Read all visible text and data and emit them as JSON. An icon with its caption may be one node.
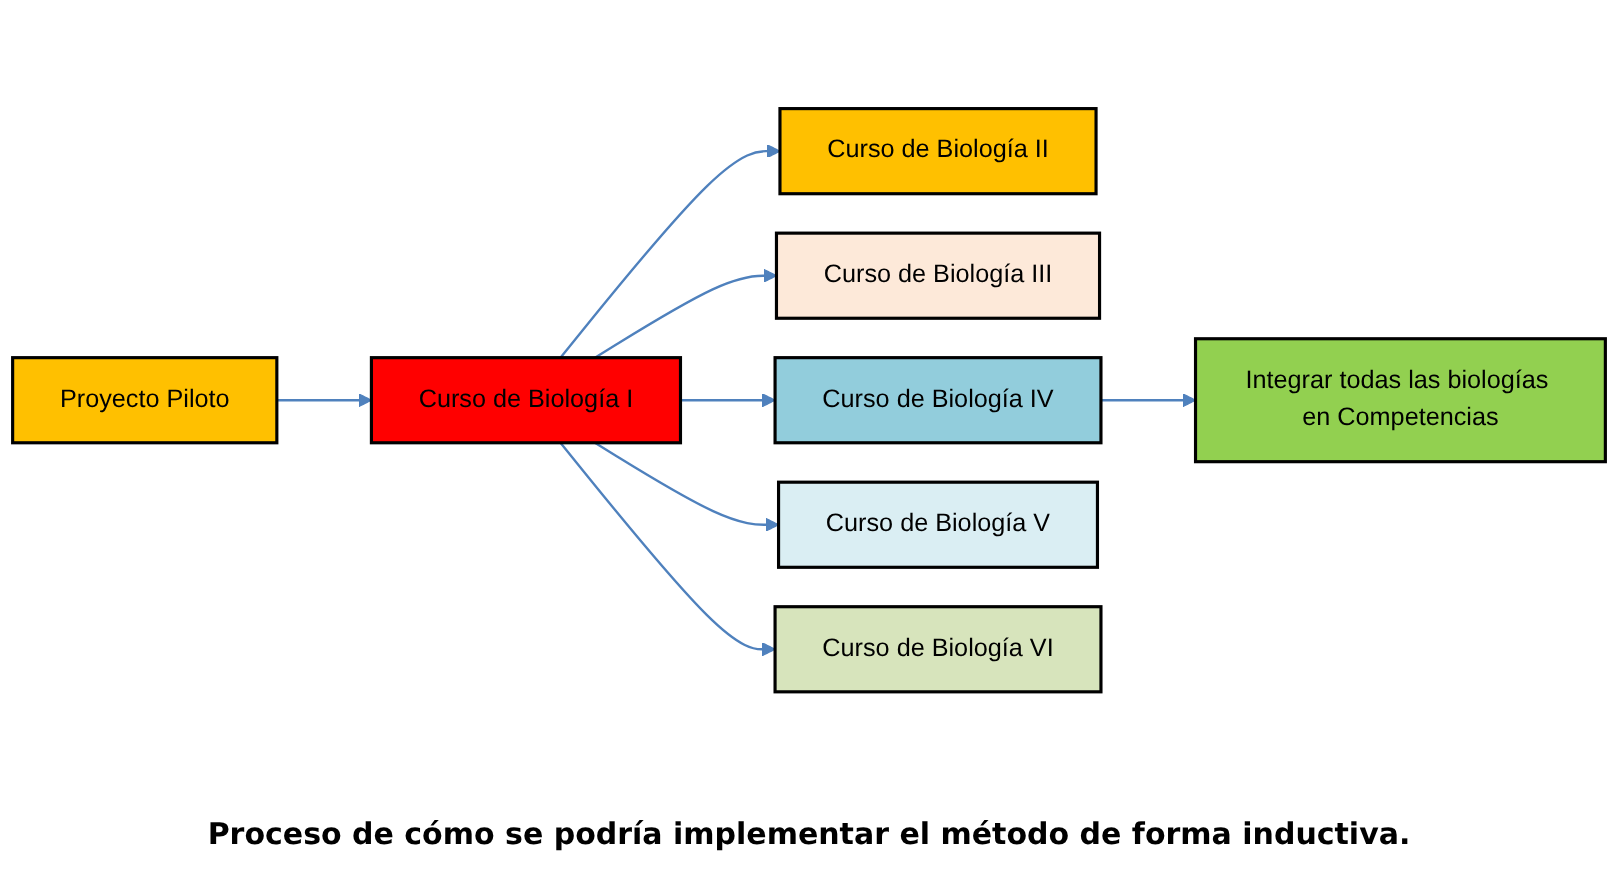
{
  "diagram": {
    "caption": "Proceso de cómo se podría implementar el método de forma inductiva.",
    "nodes": [
      {
        "text": [
          "Proyecto Piloto"
        ]
      },
      {
        "text": [
          "Curso de Biología I"
        ]
      },
      {
        "text": [
          "Curso de Biología II"
        ]
      },
      {
        "text": [
          "Curso de Biología III"
        ]
      },
      {
        "text": [
          "Curso de Biología IV"
        ]
      },
      {
        "text": [
          "Curso de Biología V"
        ]
      },
      {
        "text": [
          "Curso de Biología VI"
        ]
      },
      {
        "text": [
          "Integrar todas las biologías en Competencias"
        ]
      }
    ],
    "edges": [
      {
        "from": 0,
        "to": 1,
        "arrow": "to"
      },
      {
        "from": 1,
        "to": 2,
        "arrow": "to"
      },
      {
        "from": 1,
        "to": 3,
        "arrow": "to"
      },
      {
        "from": 1,
        "to": 4,
        "arrow": "to"
      },
      {
        "from": 1,
        "to": 5,
        "arrow": "to"
      },
      {
        "from": 1,
        "to": 6,
        "arrow": "to"
      },
      {
        "from": 4,
        "to": 7,
        "arrow": "to"
      }
    ]
  }
}
